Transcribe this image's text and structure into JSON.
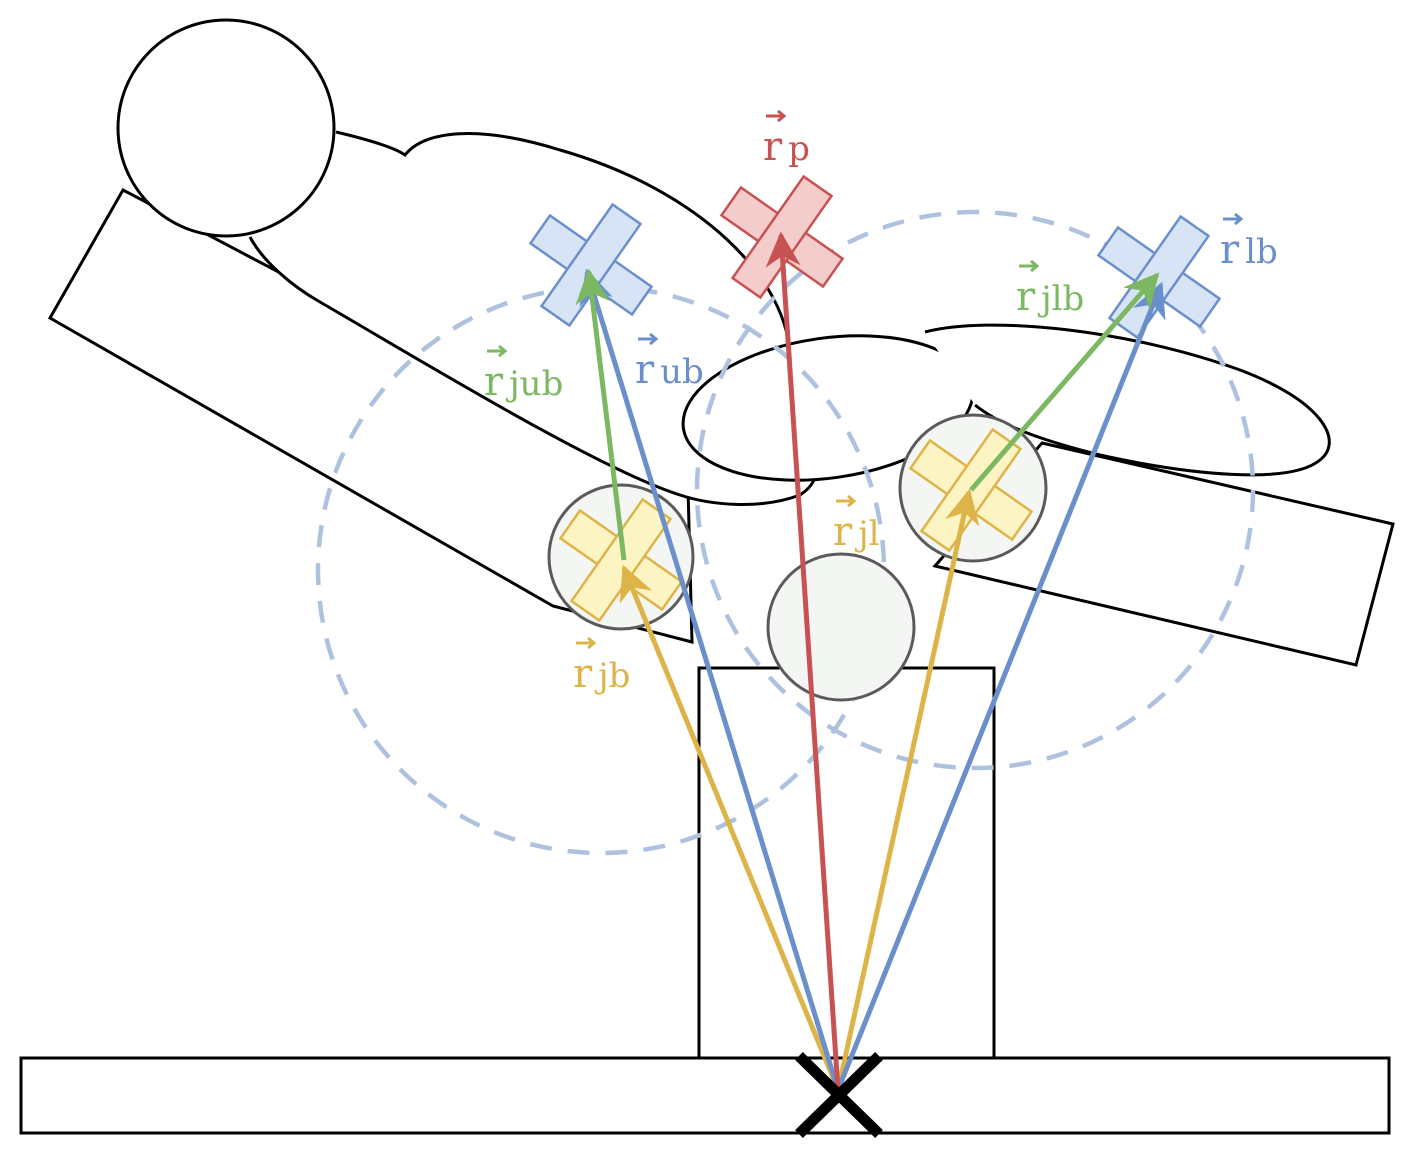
{
  "colors": {
    "outline": "#000000",
    "joint_fill": "#f4f6f4",
    "joint_stroke": "#5a5a5a",
    "blue": "#6b8fca",
    "blue_fill": "#d6e4f6",
    "blue_dashed": "#aec2e0",
    "red": "#c85252",
    "red_fill": "#f5cccc",
    "green": "#7cb762",
    "yellow": "#dcb448",
    "yellow_fill": "#fdf4c4"
  },
  "labels": {
    "p": {
      "base": "r",
      "sub": "p"
    },
    "lb": {
      "base": "r",
      "sub": "lb"
    },
    "jlb": {
      "base": "r",
      "sub": "jlb"
    },
    "jub": {
      "base": "r",
      "sub": "jub"
    },
    "ub": {
      "base": "r",
      "sub": "ub"
    },
    "jl": {
      "base": "r",
      "sub": "jl"
    },
    "jb": {
      "base": "r",
      "sub": "jb"
    }
  }
}
